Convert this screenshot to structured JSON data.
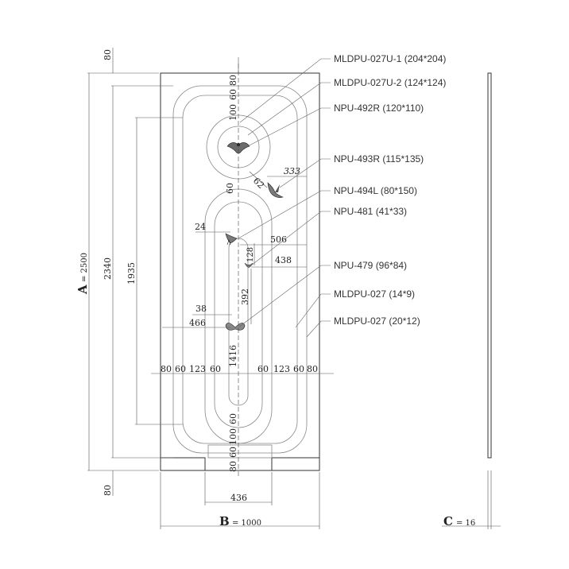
{
  "callouts": [
    {
      "text": "MLDPU-027U-1 (204*204)"
    },
    {
      "text": "MLDPU-027U-2 (124*124)"
    },
    {
      "text": "NPU-492R (120*110)"
    },
    {
      "text": "NPU-493R (115*135)"
    },
    {
      "text": "NPU-494L (80*150)"
    },
    {
      "text": "NPU-481 (41*33)"
    },
    {
      "text": "NPU-479 (96*84)"
    },
    {
      "text": "MLDPU-027 (14*9)"
    },
    {
      "text": "MLDPU-027 (20*12)"
    }
  ],
  "dimensions": {
    "height_letter": "A",
    "height_value": "= 2500",
    "width_letter": "B",
    "width_value": "= 1000",
    "depth_letter": "C",
    "depth_value": "= 16",
    "d2340": "2340",
    "d1935": "1935",
    "d80_top": "80",
    "d80_bottom": "80",
    "top_80": "80",
    "top_60": "60",
    "top_100": "100",
    "mid_60": "60",
    "d62": "62",
    "d333": "333",
    "d24": "24",
    "d506": "506",
    "d128": "128",
    "d438": "438",
    "d392": "392",
    "d38": "38",
    "d466": "466",
    "d1416": "1416",
    "row_left_80": "80",
    "row_left_60": "60",
    "row_left_123": "123",
    "row_left_60b": "60",
    "row_right_60": "60",
    "row_right_123": "123",
    "row_right_60b": "60",
    "row_right_80": "80",
    "bot_60": "60",
    "bot_100": "100",
    "bot_60b": "60",
    "bot_80": "80",
    "d436": "436"
  }
}
